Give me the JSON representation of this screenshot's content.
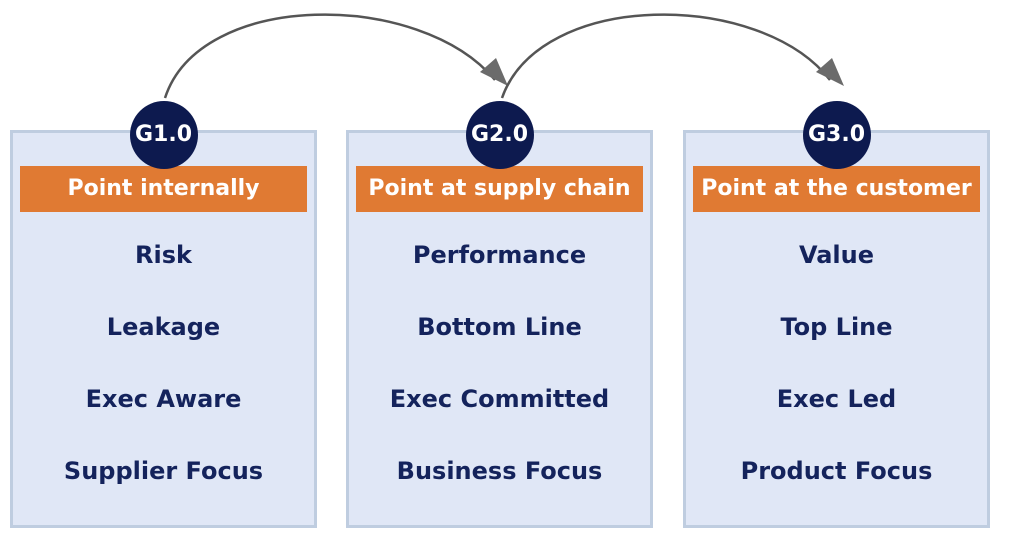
{
  "colors": {
    "badge": "#0d1a4f",
    "banner": "#e07a33",
    "card_bg": "#e0e7f6",
    "card_border": "#bfcde0",
    "item_text": "#14235c",
    "arrow": "#555555"
  },
  "stages": [
    {
      "badge": "G1.0",
      "banner": "Point internally",
      "items": [
        "Risk",
        "Leakage",
        "Exec Aware",
        "Supplier Focus"
      ]
    },
    {
      "badge": "G2.0",
      "banner": "Point at supply chain",
      "items": [
        "Performance",
        "Bottom Line",
        "Exec Committed",
        "Business Focus"
      ]
    },
    {
      "badge": "G3.0",
      "banner": "Point at the customer",
      "items": [
        "Value",
        "Top Line",
        "Exec Led",
        "Product Focus"
      ]
    }
  ]
}
